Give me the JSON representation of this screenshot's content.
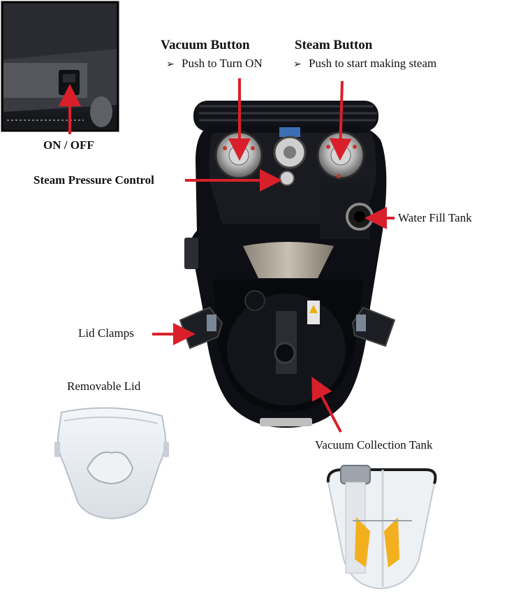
{
  "labels": {
    "vacuum_button": "Vacuum Button",
    "vacuum_button_note": "Push to Turn ON",
    "steam_button": "Steam Button",
    "steam_button_note": "Push to start making steam",
    "on_off": "ON / OFF",
    "steam_pressure_control": "Steam Pressure Control",
    "water_fill_tank": "Water Fill Tank",
    "lid_clamps": "Lid Clamps",
    "removable_lid": "Removable Lid",
    "vacuum_collection_tank": "Vacuum Collection Tank"
  },
  "bullet_icon": "arrowhead-bullet",
  "colors": {
    "arrow": "#d9202a",
    "machine_body": "#0e0f14",
    "inset_border": "#000000"
  }
}
